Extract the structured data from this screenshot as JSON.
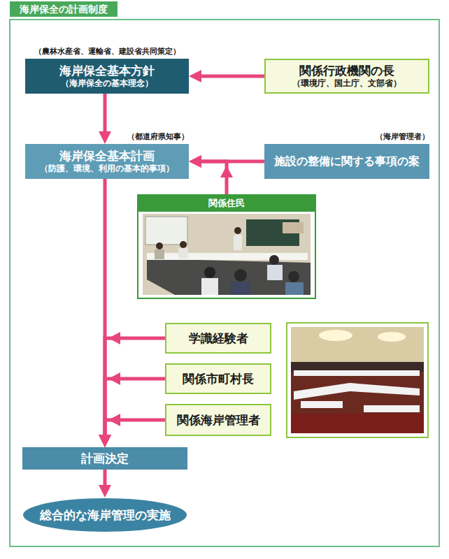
{
  "diagram": {
    "title": "海岸保全の計画制度",
    "nodes": [
      {
        "text": [
          "（農林水産省、運輸省、建設省共同策定）",
          "海岸保全基本方針",
          "（海岸保全の基本理念）"
        ]
      },
      {
        "text": [
          "関係行政機関の長",
          "（環境庁、国土庁、文部省）"
        ]
      },
      {
        "text": [
          "（都道府県知事）",
          "海岸保全基本計画",
          "（防護、環境、利用の基本的事項）"
        ]
      },
      {
        "text": [
          "（海岸管理者）",
          "施設の整備に関する事項の案"
        ]
      },
      {
        "text": [
          "関係住民"
        ]
      },
      {
        "text": [
          "学識経験者"
        ]
      },
      {
        "text": [
          "関係市町村長"
        ]
      },
      {
        "text": [
          "関係海岸管理者"
        ]
      },
      {
        "text": [
          "計画決定"
        ]
      },
      {
        "text": [
          "総合的な海岸管理の実施"
        ]
      }
    ],
    "edges": [
      {
        "from": 1,
        "to": 0,
        "arrow": "to"
      },
      {
        "from": 0,
        "to": 2,
        "arrow": "to"
      },
      {
        "from": 3,
        "to": 2,
        "arrow": "to"
      },
      {
        "from": 4,
        "to": 2,
        "arrow": "to"
      },
      {
        "from": 2,
        "to": 8,
        "arrow": "to"
      },
      {
        "from": 5,
        "to": 8,
        "arrow": "to"
      },
      {
        "from": 6,
        "to": 8,
        "arrow": "to"
      },
      {
        "from": 7,
        "to": 8,
        "arrow": "to"
      },
      {
        "from": 8,
        "to": 9,
        "arrow": "to"
      }
    ]
  }
}
